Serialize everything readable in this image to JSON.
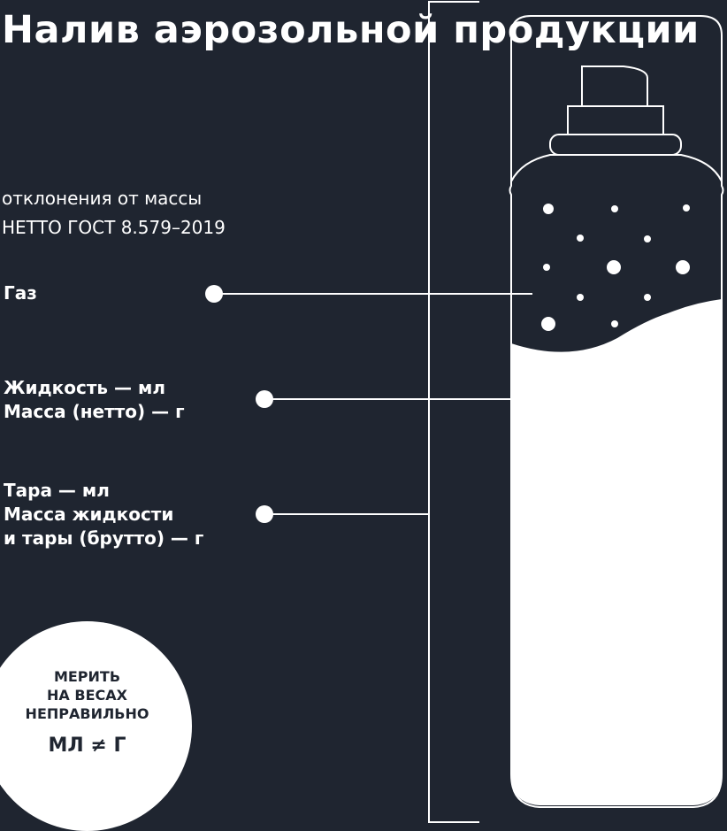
{
  "title": "Налив аэрозольной продукции",
  "subtitle": {
    "line1": "отклонения от массы",
    "line2": "НЕТТО ГОСТ 8.579–2019"
  },
  "labels": {
    "gas": "Газ",
    "liquid": [
      "Жидкость — мл",
      "Масса (нетто) — г"
    ],
    "tare": [
      "Тара — мл",
      "Масса жидкости",
      "и тары (брутто) — г"
    ]
  },
  "badge": {
    "lines": [
      "МЕРИТЬ",
      "НА ВЕСАХ",
      "НЕПРАВИЛЬНО"
    ],
    "formula": "МЛ ≠ Г"
  },
  "colors": {
    "background": "#1f2530",
    "foreground": "#ffffff"
  }
}
